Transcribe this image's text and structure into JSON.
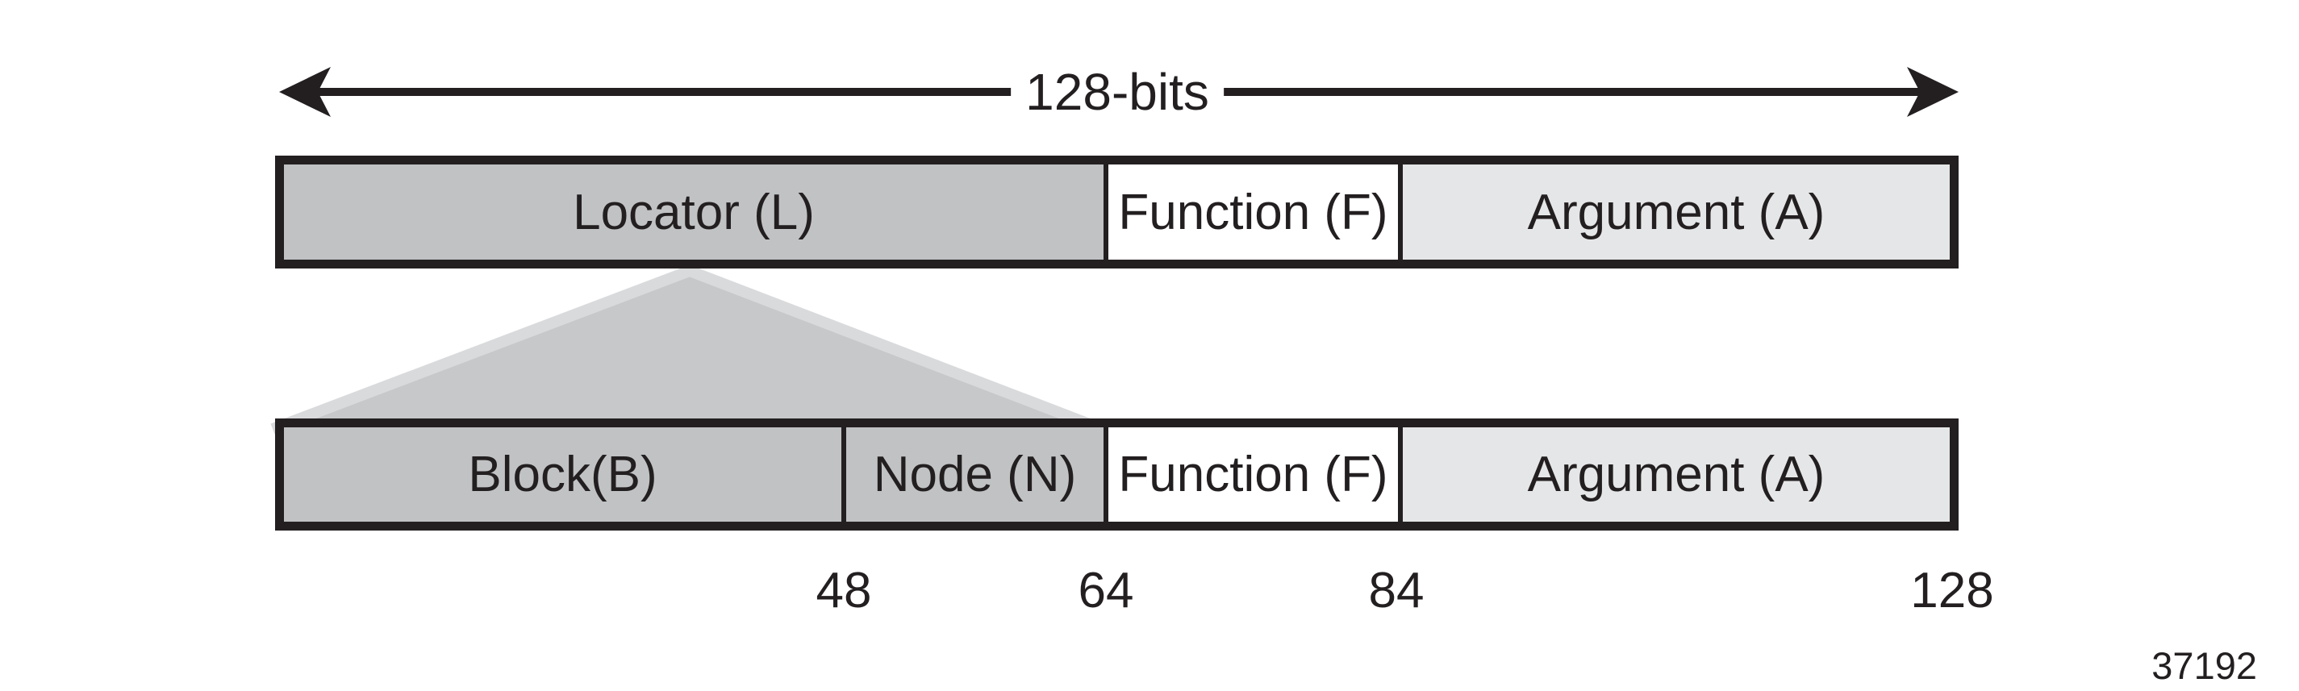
{
  "figure": {
    "arrow_label": "128-bits",
    "figure_number": "37192"
  },
  "colors": {
    "ink_black": "#231f20",
    "locator_gray": "#c0c2c4",
    "argument_light_gray": "#e5e6e7",
    "function_white": "#ffffff",
    "wedge_fill": "#c6c8c9",
    "wedge_edge": "#d9dadc"
  },
  "top_bar": {
    "segments": [
      {
        "label": "Locator (L)"
      },
      {
        "label": "Function (F)"
      },
      {
        "label": "Argument (A)"
      }
    ]
  },
  "bottom_bar": {
    "segments": [
      {
        "label": "Block(B)"
      },
      {
        "label": "Node (N)"
      },
      {
        "label": "Function (F)"
      },
      {
        "label": "Argument (A)"
      }
    ]
  },
  "bit_labels": [
    "48",
    "64",
    "84",
    "128"
  ]
}
